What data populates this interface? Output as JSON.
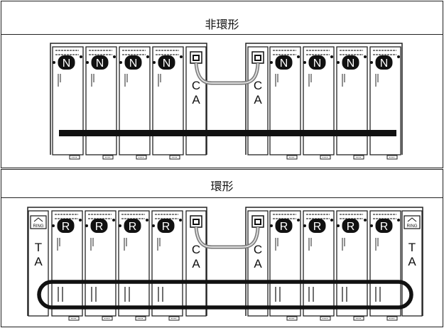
{
  "sections": [
    {
      "title": "非環形",
      "module_badge": "N",
      "center_label": [
        "C",
        "A"
      ]
    },
    {
      "title": "環形",
      "module_badge": "R",
      "center_label": [
        "C",
        "A"
      ],
      "end_label": [
        "T",
        "A"
      ],
      "ring_icon_label": "RING"
    }
  ]
}
